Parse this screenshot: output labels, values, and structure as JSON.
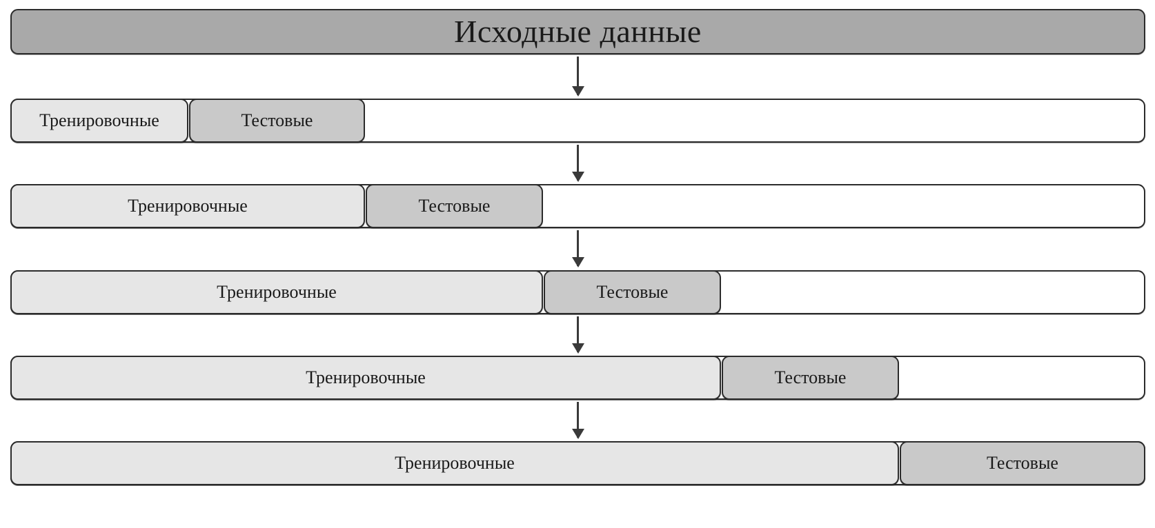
{
  "diagram": {
    "title": "Исходные данные",
    "labels": {
      "train": "Тренировочные",
      "test": "Тестовые"
    },
    "rows": [
      {
        "train": "Тренировочные",
        "test": "Тестовые"
      },
      {
        "train": "Тренировочные",
        "test": "Тестовые"
      },
      {
        "train": "Тренировочные",
        "test": "Тестовые"
      },
      {
        "train": "Тренировочные",
        "test": "Тестовые"
      },
      {
        "train": "Тренировочные",
        "test": "Тестовые"
      }
    ],
    "colors": {
      "header_fill": "#a9a9a9",
      "train_fill": "#e6e6e6",
      "test_fill": "#c9c9c9",
      "track_fill": "#ffffff",
      "stroke": "#2b2b2b",
      "arrow": "#3a3a3a"
    }
  }
}
